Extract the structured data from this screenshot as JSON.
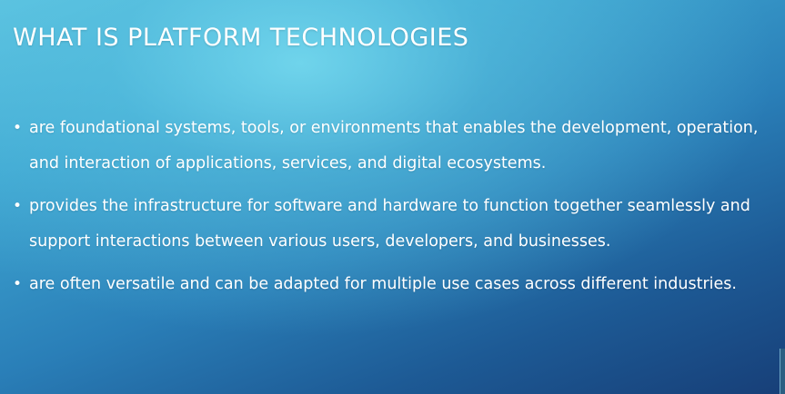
{
  "slide": {
    "title": "WHAT IS PLATFORM TECHNOLOGIES",
    "bullet_glyph": "•",
    "bullets": [
      {
        "text": "are foundational systems, tools, or environments that enables the development, operation, and interaction of applications, services, and digital ecosystems."
      },
      {
        "text": "provides the infrastructure for software and hardware to function together seamlessly and support interactions between various users, developers, and businesses."
      },
      {
        "text": "are often versatile and can be adapted for multiple use cases across different industries."
      }
    ]
  },
  "colors": {
    "text": "#ffffff",
    "background_light": "#5cc3e0",
    "background_dark": "#173f78"
  }
}
